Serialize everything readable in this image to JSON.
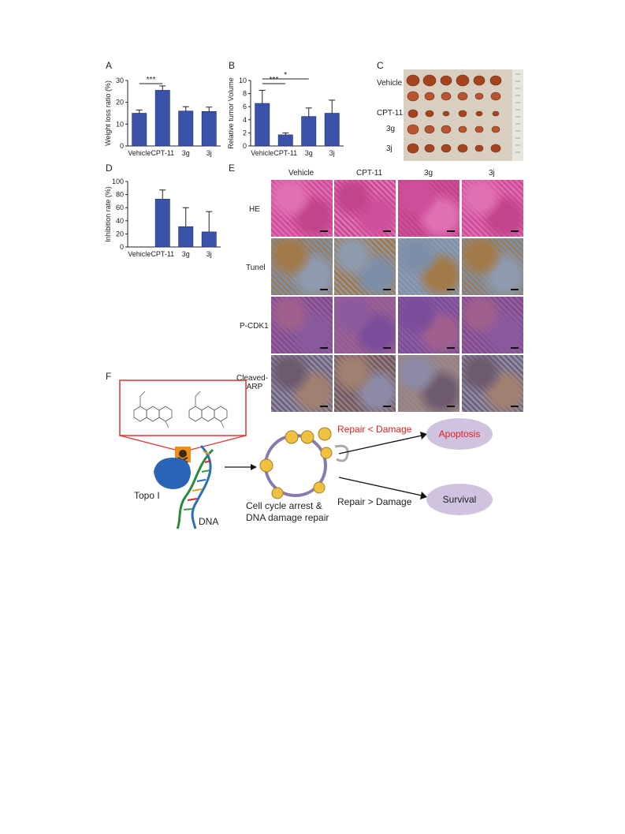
{
  "panels": {
    "A": "A",
    "B": "B",
    "C": "C",
    "D": "D",
    "E": "E",
    "F": "F"
  },
  "chart_data": [
    {
      "id": "A",
      "type": "bar",
      "categories": [
        "Vehicle",
        "CPT-11",
        "3g",
        "3j"
      ],
      "values": [
        15,
        25.5,
        16,
        15.8
      ],
      "errors": [
        1.5,
        2,
        2,
        2
      ],
      "ylabel": "Weight loss ratio (%)",
      "ylim": [
        0,
        30
      ],
      "yticks": [
        "0",
        "10",
        "20",
        "30"
      ],
      "annotations": [
        {
          "text": "***",
          "from": "Vehicle",
          "to": "CPT-11"
        }
      ],
      "color": "#3a52a8"
    },
    {
      "id": "B",
      "type": "bar",
      "categories": [
        "Vehicle",
        "CPT-11",
        "3g",
        "3j"
      ],
      "values": [
        6.5,
        1.7,
        4.5,
        5.0
      ],
      "errors": [
        2.0,
        0.3,
        1.3,
        2.0
      ],
      "ylabel": "Relative tumor Volume",
      "ylim": [
        0,
        10
      ],
      "yticks": [
        "0",
        "2",
        "4",
        "6",
        "8",
        "10"
      ],
      "annotations": [
        {
          "text": "***",
          "from": "Vehicle",
          "to": "CPT-11"
        },
        {
          "text": "*",
          "from": "Vehicle",
          "to": "3g"
        }
      ],
      "color": "#3a52a8"
    },
    {
      "id": "D",
      "type": "bar",
      "categories": [
        "Vehicle",
        "CPT-11",
        "3g",
        "3j"
      ],
      "values": [
        0,
        73,
        31,
        23
      ],
      "errors": [
        0,
        14,
        29,
        31
      ],
      "ylabel": "Inhibition rate (%)",
      "ylim": [
        0,
        100
      ],
      "yticks": [
        "0",
        "20",
        "40",
        "60",
        "80",
        "100"
      ],
      "annotations": [],
      "color": "#3a52a8"
    }
  ],
  "tumor_photo": {
    "row_labels": [
      "Vehicle",
      "CPT-11",
      "3g",
      "3j"
    ]
  },
  "histology": {
    "columns": [
      "Vehicle",
      "CPT-11",
      "3g",
      "3j"
    ],
    "rows": [
      "HE",
      "Tunel",
      "P-CDK1",
      "Cleaved-\nPARP"
    ]
  },
  "mechanism": {
    "topo_label": "Topo I",
    "dna_label": "DNA",
    "cycle_caption_1": "Cell cycle arrest &",
    "cycle_caption_2": "DNA damage repair",
    "repair_less": "Repair < Damage",
    "repair_more": "Repair > Damage",
    "outcome_1": "Apoptosis",
    "outcome_2": "Survival",
    "colors": {
      "apoptosis_text": "#e02020",
      "repair_less_text": "#e02020",
      "ellipse": "#cfc3e0",
      "structure_box": "#d33"
    }
  }
}
